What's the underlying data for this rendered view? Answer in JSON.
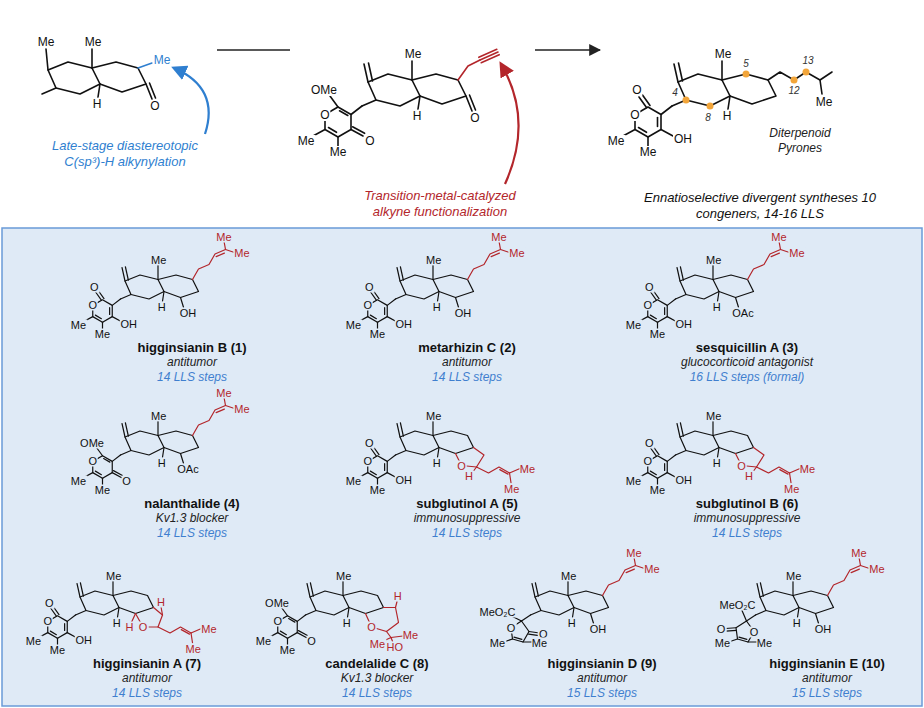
{
  "diagram": {
    "nodes": [
      {
        "text": [
          "Me",
          "Me",
          "Me",
          "H",
          "O",
          "Late-stage diastereotopic C(sp³)-H alkynylation"
        ]
      },
      {
        "text": [
          "OMe",
          "O",
          "Me",
          "Me",
          "O",
          "Me",
          "H",
          "O",
          "Transition-metal-catalyzed alkyne functionalization"
        ]
      },
      {
        "text": [
          "O",
          "O",
          "Me",
          "Me",
          "OH",
          "Me",
          "H",
          "Me",
          "4",
          "8",
          "5",
          "12",
          "13",
          "Diterpenoid Pyrones",
          "Ennatioselective divergent syntheses 10 congeners, 14-16 LLS"
        ]
      },
      {
        "text": [
          "O",
          "O",
          "Me",
          "Me",
          "OH",
          "Me",
          "H",
          "Me",
          "Me",
          "OH",
          "higginsianin B (1)",
          "antitumor",
          "14 LLS steps"
        ]
      },
      {
        "text": [
          "O",
          "O",
          "Me",
          "Me",
          "OH",
          "Me",
          "H",
          "Me",
          "Me",
          "OH",
          "metarhizin C (2)",
          "antitumor",
          "14 LLS steps"
        ]
      },
      {
        "text": [
          "O",
          "O",
          "Me",
          "Me",
          "OH",
          "Me",
          "H",
          "Me",
          "Me",
          "OAc",
          "sesquicillin A (3)",
          "glucocorticoid antagonist",
          "16 LLS steps (formal)"
        ]
      },
      {
        "text": [
          "OMe",
          "O",
          "Me",
          "Me",
          "O",
          "Me",
          "H",
          "Me",
          "Me",
          "OAc",
          "nalanthalide (4)",
          "Kv1.3 blocker",
          "14 LLS steps"
        ]
      },
      {
        "text": [
          "O",
          "O",
          "Me",
          "Me",
          "OH",
          "Me",
          "H",
          "O",
          "H",
          "Me",
          "Me",
          "subglutinol A (5)",
          "immunosuppressive",
          "14 LLS steps"
        ]
      },
      {
        "text": [
          "O",
          "O",
          "Me",
          "Me",
          "OH",
          "Me",
          "H",
          "O",
          "H",
          "Me",
          "Me",
          "subglutinol B (6)",
          "immunosuppressive",
          "14 LLS steps"
        ]
      },
      {
        "text": [
          "O",
          "O",
          "Me",
          "Me",
          "OH",
          "Me",
          "H",
          "H",
          "O",
          "H",
          "Me",
          "Me",
          "higginsianin A (7)",
          "antitumor",
          "14 LLS steps"
        ]
      },
      {
        "text": [
          "OMe",
          "O",
          "Me",
          "Me",
          "O",
          "Me",
          "H",
          "H",
          "O",
          "Me",
          "HO",
          "Me",
          "candelalide C (8)",
          "Kv1.3 blocker",
          "14 LLS steps"
        ]
      },
      {
        "text": [
          "MeO₂C",
          "O",
          "O",
          "Me",
          "Me",
          "Me",
          "H",
          "Me",
          "Me",
          "OH",
          "higginsianin D (9)",
          "antitumor",
          "15 LLS steps"
        ]
      },
      {
        "text": [
          "MeO₂C",
          "O",
          "O",
          "Me",
          "Me",
          "Me",
          "H",
          "Me",
          "Me",
          "OH",
          "higginsianin E (10)",
          "antitumor",
          "15 LLS steps"
        ]
      }
    ],
    "edges": [
      {
        "from": 0,
        "to": 1,
        "arrow": "none"
      },
      {
        "from": 1,
        "to": 2,
        "arrow": "to"
      }
    ]
  }
}
